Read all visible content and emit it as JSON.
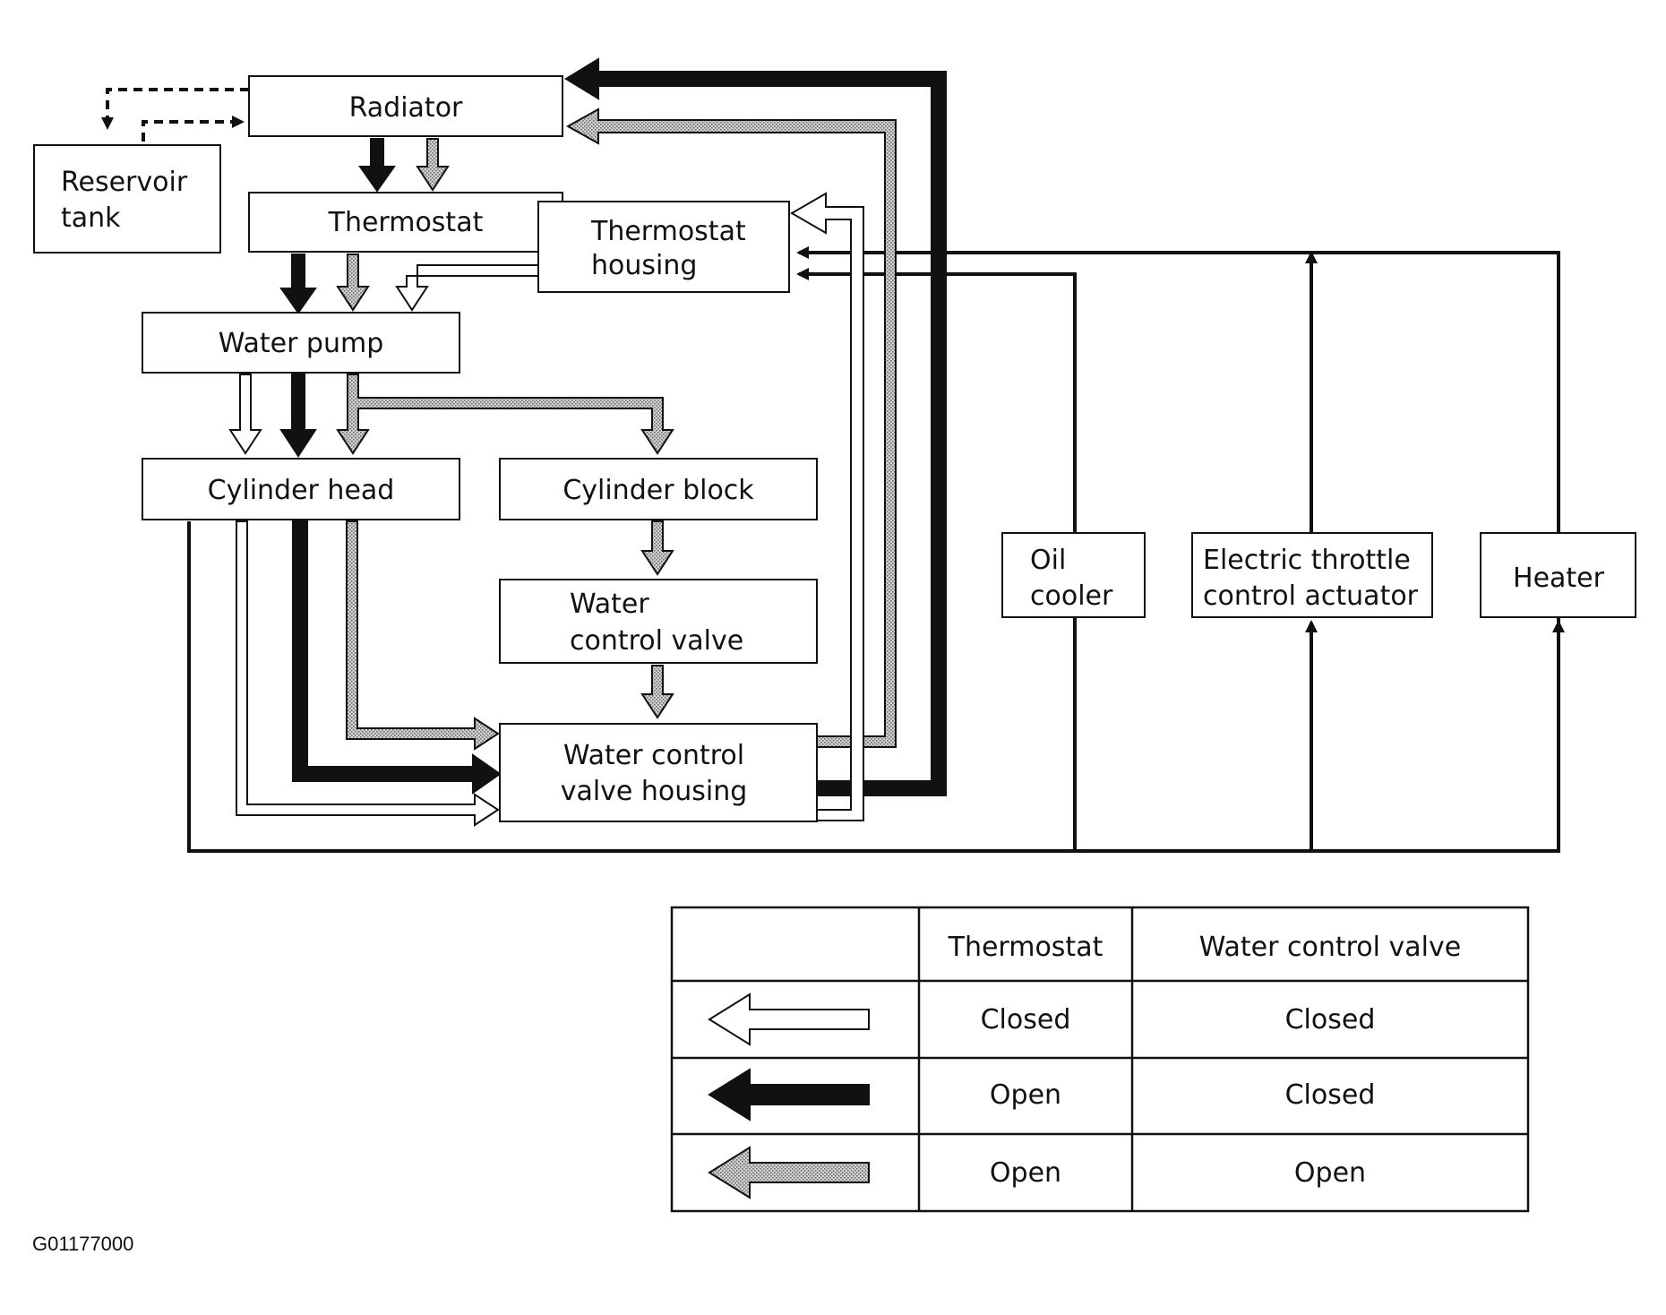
{
  "boxes": {
    "radiator": "Radiator",
    "reservoir": [
      "Reservoir",
      "tank"
    ],
    "thermostat": "Thermostat",
    "thermostat_housing": [
      "Thermostat",
      "housing"
    ],
    "water_pump": "Water pump",
    "cylinder_head": "Cylinder head",
    "cylinder_block": "Cylinder block",
    "water_control_valve": [
      "Water",
      "control valve"
    ],
    "wcv_housing": [
      "Water control",
      "valve housing"
    ],
    "oil_cooler": [
      "Oil",
      "cooler"
    ],
    "etc_actuator": [
      "Electric throttle",
      "control actuator"
    ],
    "heater": "Heater"
  },
  "legend": {
    "headers": [
      "",
      "Thermostat",
      "Water control valve"
    ],
    "rows": [
      {
        "arrow_style": "white",
        "thermostat": "Closed",
        "water_control_valve": "Closed"
      },
      {
        "arrow_style": "black",
        "thermostat": "Open",
        "water_control_valve": "Closed"
      },
      {
        "arrow_style": "hatched",
        "thermostat": "Open",
        "water_control_valve": "Open"
      }
    ]
  },
  "figure_code": "G01177000",
  "colors": {
    "line": "#111111",
    "hatch_bg": "#c8c8c8",
    "background": "#ffffff"
  }
}
